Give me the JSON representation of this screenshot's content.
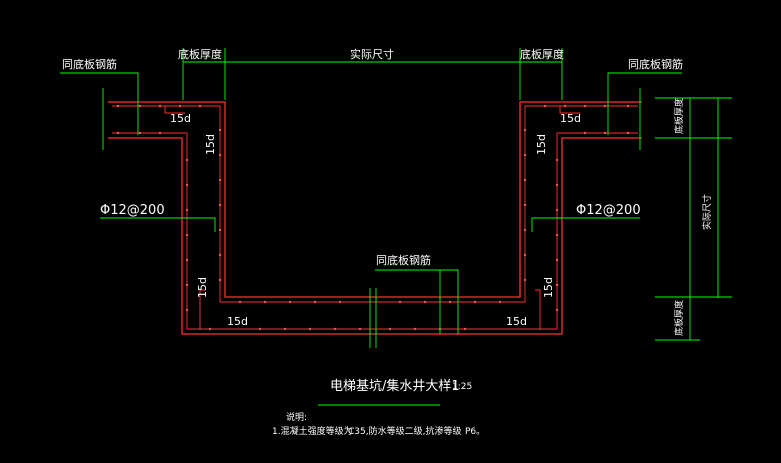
{
  "labels": {
    "slab_thickness_left": "底板厚度",
    "actual_size": "实际尺寸",
    "slab_thickness_right": "底板厚度",
    "same_as_slab_left": "同底板钢筋",
    "same_as_slab_right": "同底板钢筋",
    "same_as_slab_bottom": "同底板钢筋",
    "rebar_left": "Φ12@200",
    "rebar_right": "Φ12@200",
    "anchor_top_left": "15d",
    "anchor_top_left_v": "15d",
    "anchor_top_right": "15d",
    "anchor_top_right_v": "15d",
    "anchor_bottom_left_v": "15d",
    "anchor_bottom_left_h": "15d",
    "anchor_bottom_right_h": "15d",
    "anchor_bottom_right_v": "15d",
    "dim_slab_top": "底板厚度",
    "dim_actual_depth": "实际尺寸",
    "dim_slab_bottom": "底板厚度"
  },
  "title": {
    "text": "电梯基坑/集水井大样1",
    "scale": "1:25"
  },
  "notes": {
    "heading": "说明:",
    "line1_a": "1.混凝土强度等级为",
    "line1_b": "C35,防水等级二级,抗渗等级",
    "line1_c": "P6。"
  },
  "colors": {
    "background": "#000000",
    "concrete": "#ff3030",
    "leader": "#00ff00",
    "outline": "#ffffff"
  }
}
